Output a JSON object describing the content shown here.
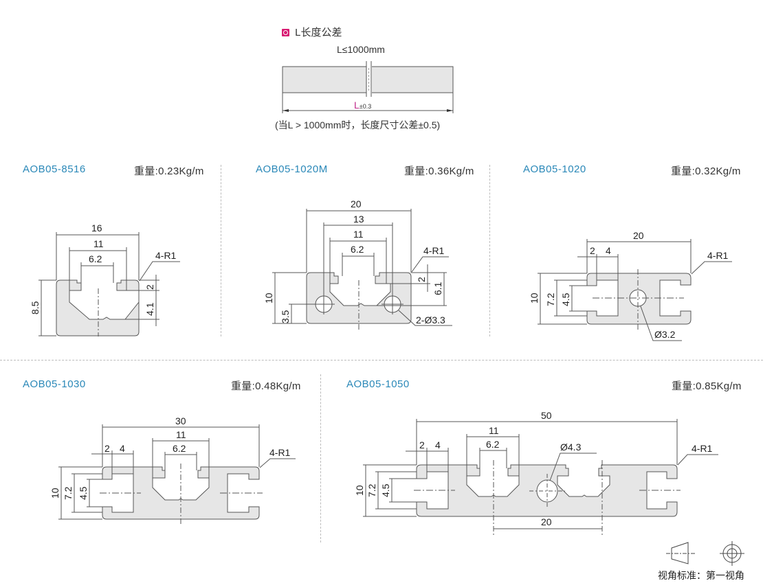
{
  "tolerance": {
    "heading": "L长度公差",
    "length_condition": "L≤1000mm",
    "length_symbol": "L",
    "length_tolerance": "±0.3",
    "note": "(当L > 1000mm时，长度尺寸公差±0.5)"
  },
  "colors": {
    "title_blue": "#2a88b8",
    "profile_fill": "#e6e6e6",
    "accent_magenta": "#d81b72",
    "line": "#444444"
  },
  "profiles": [
    {
      "name": "AOB05-8516",
      "weight": "重量:0.23Kg/m",
      "dims": {
        "width": "16",
        "slot_outer": "11",
        "slot_opening": "6.2",
        "radius": "4-R1",
        "height": "8.5",
        "lip": "2",
        "slot_depth": "4.1"
      }
    },
    {
      "name": "AOB05-1020M",
      "weight": "重量:0.36Kg/m",
      "dims": {
        "width": "20",
        "holes_span": "13",
        "slot_outer": "11",
        "slot_opening": "6.2",
        "radius": "4-R1",
        "height": "10",
        "lip": "2",
        "slot_depth": "6.1",
        "hole_height": "3.5",
        "holes": "2-Ø3.3"
      }
    },
    {
      "name": "AOB05-1020",
      "weight": "重量:0.32Kg/m",
      "dims": {
        "width": "20",
        "lip": "2",
        "slot_depth": "4",
        "radius": "4-R1",
        "height": "10",
        "slot_outer": "7.2",
        "slot_opening": "4.5",
        "hole": "Ø3.2"
      }
    },
    {
      "name": "AOB05-1030",
      "weight": "重量:0.48Kg/m",
      "dims": {
        "width": "30",
        "slot_outer": "11",
        "slot_opening": "6.2",
        "lip": "2",
        "slot_depth": "4",
        "radius": "4-R1",
        "height": "10",
        "side_outer": "7.2",
        "side_opening": "4.5"
      }
    },
    {
      "name": "AOB05-1050",
      "weight": "重量:0.85Kg/m",
      "dims": {
        "width": "50",
        "slot_outer": "11",
        "slot_opening": "6.2",
        "lip": "2",
        "slot_depth": "4",
        "hole": "Ø4.3",
        "radius": "4-R1",
        "height": "10",
        "side_outer": "7.2",
        "side_opening": "4.5",
        "slot_pitch": "20"
      }
    }
  ],
  "projection": {
    "label": "视角标准：第一视角"
  }
}
